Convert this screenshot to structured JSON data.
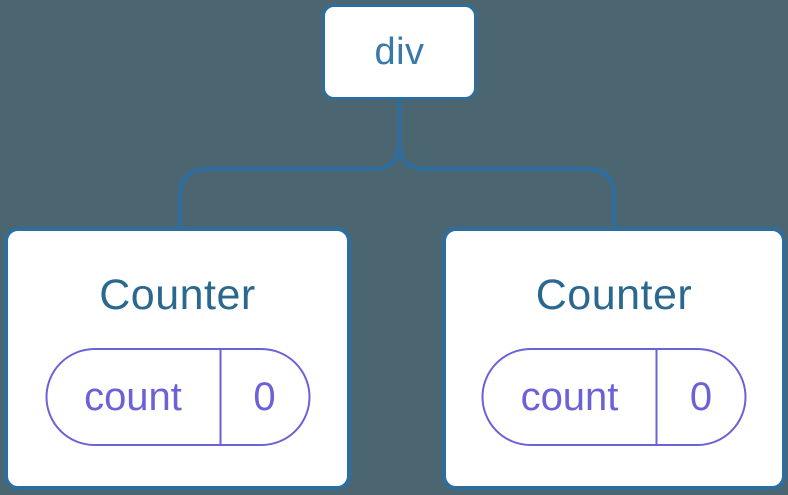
{
  "canvas": {
    "background": "#4B6671"
  },
  "colors": {
    "node_border": "#2E6E9F",
    "node_background": "#FFFFFF",
    "connector": "#2E6E9F",
    "root_label": "#3979A9",
    "component_label": "#2B6890",
    "state": "#6A62D6"
  },
  "tree": {
    "root": {
      "label": "div"
    },
    "children": [
      {
        "label": "Counter",
        "state": {
          "key": "count",
          "value": "0"
        }
      },
      {
        "label": "Counter",
        "state": {
          "key": "count",
          "value": "0"
        }
      }
    ]
  }
}
